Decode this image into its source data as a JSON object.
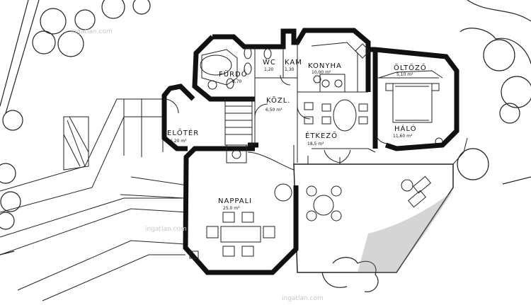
{
  "rooms": {
    "furdo": {
      "name": "FÜRDŐ",
      "area": "8,70"
    },
    "wc": {
      "name": "WC",
      "area": "1,20"
    },
    "kam": {
      "name": "KAM",
      "area": "1,30"
    },
    "konyha": {
      "name": "KONYHA",
      "area": "10,00 m²"
    },
    "oltozo": {
      "name": "ÖLTÖZŐ",
      "area": "5,10 m²"
    },
    "kozl": {
      "name": "KÖZL.",
      "area": "6,50 m²"
    },
    "eloter": {
      "name": "ELŐTÉR",
      "area": "6,20 m²"
    },
    "etkezo": {
      "name": "ÉTKEZŐ",
      "area": "18,5 m²"
    },
    "halo": {
      "name": "HÁLÓ",
      "area": "11,60 m²"
    },
    "nappali": {
      "name": "NAPPALI",
      "area": "25,0 m²"
    }
  },
  "watermark": "ingatlan.com"
}
